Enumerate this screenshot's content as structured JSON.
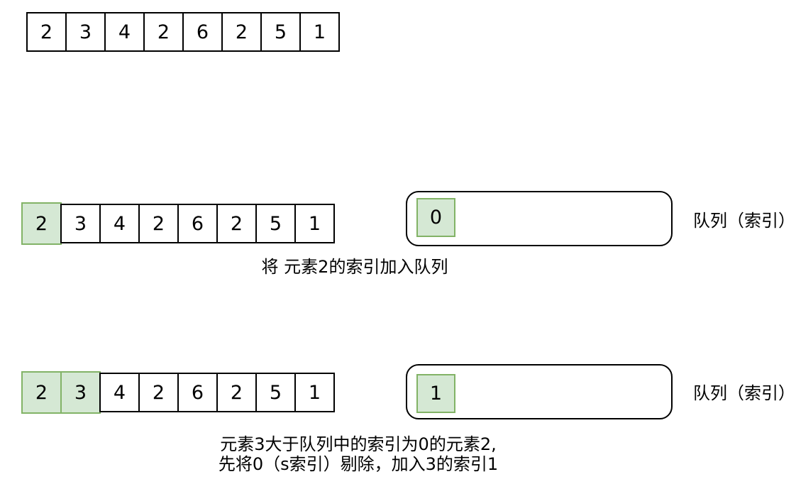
{
  "colors": {
    "highlight_fill": "#d5e8d4",
    "highlight_border": "#82b366",
    "cell_border": "#000000",
    "background": "#ffffff",
    "text": "#000000"
  },
  "array_values": [
    "2",
    "3",
    "4",
    "2",
    "6",
    "2",
    "5",
    "1"
  ],
  "rows": {
    "initial": {
      "highlighted_indices": []
    },
    "step1": {
      "highlighted_indices": [
        0
      ],
      "queue_items": [
        "0"
      ],
      "queue_label": "队列（索引）",
      "caption": "将 元素2的索引加入队列"
    },
    "step2": {
      "highlighted_indices": [
        0,
        1
      ],
      "queue_items": [
        "1"
      ],
      "queue_label": "队列（索引）",
      "caption_line1": "元素3大于队列中的索引为0的元素2,",
      "caption_line2": "先将0（s索引）剔除，加入3的索引1"
    }
  }
}
